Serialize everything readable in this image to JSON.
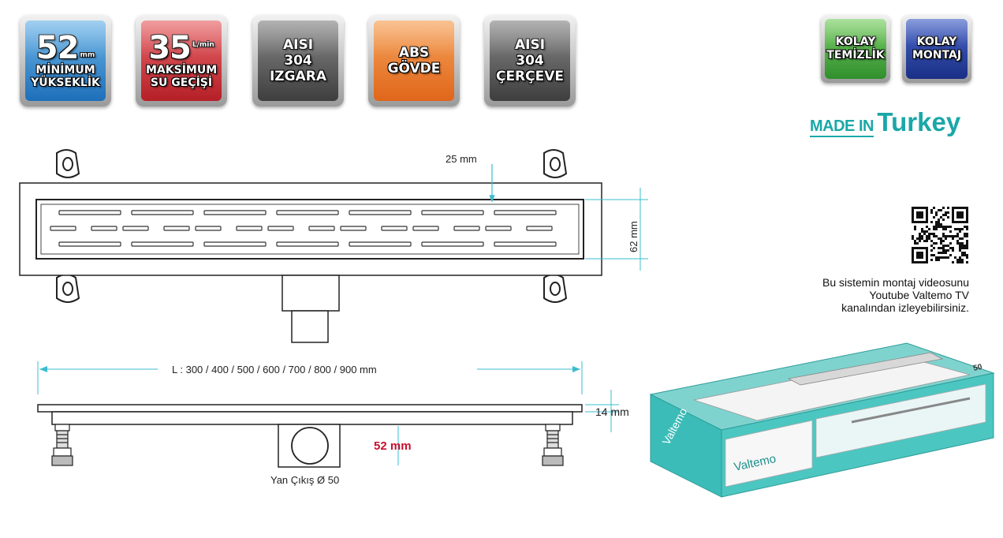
{
  "badges": [
    {
      "name": "min-height-badge",
      "value": "52",
      "unit": "mm",
      "label": "MİNİMUM YÜKSEKLİK",
      "color_top": "#6fb6e8",
      "color_bottom": "#1d6fb9"
    },
    {
      "name": "max-flow-badge",
      "value": "35",
      "unit": "L/min",
      "label": "MAKSİMUM SU GEÇİŞİ",
      "color_top": "#e8686b",
      "color_bottom": "#b51f27"
    },
    {
      "name": "grate-badge",
      "line1": "AISI",
      "line2": "304",
      "line3": "IZGARA",
      "color_top": "#8a8a8a",
      "color_bottom": "#3e3e3e"
    },
    {
      "name": "body-badge",
      "line1": "ABS",
      "line2": "GÖVDE",
      "color_top": "#f6a35a",
      "color_bottom": "#e0661a"
    },
    {
      "name": "frame-badge",
      "line1": "AISI",
      "line2": "304",
      "line3": "ÇERÇEVE",
      "color_top": "#8a8a8a",
      "color_bottom": "#3e3e3e"
    }
  ],
  "small_badges": [
    {
      "name": "easy-clean-badge",
      "line1": "KOLAY",
      "line2": "TEMİZLİK",
      "color_top": "#7fd06a",
      "color_bottom": "#2f8f2c"
    },
    {
      "name": "easy-install-badge",
      "line1": "KOLAY",
      "line2": "MONTAJ",
      "color_top": "#4a67c9",
      "color_bottom": "#1a2f86"
    }
  ],
  "made_in": {
    "prefix": "MADE IN",
    "country": "Turkey",
    "color": "#1aa7a8"
  },
  "qr_caption": {
    "line1": "Bu sistemin montaj videosunu",
    "line2": "Youtube Valtemo TV",
    "line3": "kanalından izleyebilirsiniz."
  },
  "dimensions": {
    "slot_width": "25 mm",
    "channel_width": "62 mm",
    "length": "L : 300 / 400 / 500 / 600 / 700 / 800 / 900  mm",
    "frame_height": "14 mm",
    "min_height": "52 mm",
    "side_outlet": "Yan Çıkış Ø 50"
  },
  "box": {
    "brand": "Valtemo",
    "badge_text": "50"
  },
  "colors": {
    "accent_red": "#c8102e",
    "box_teal": "#3bbcb8"
  }
}
